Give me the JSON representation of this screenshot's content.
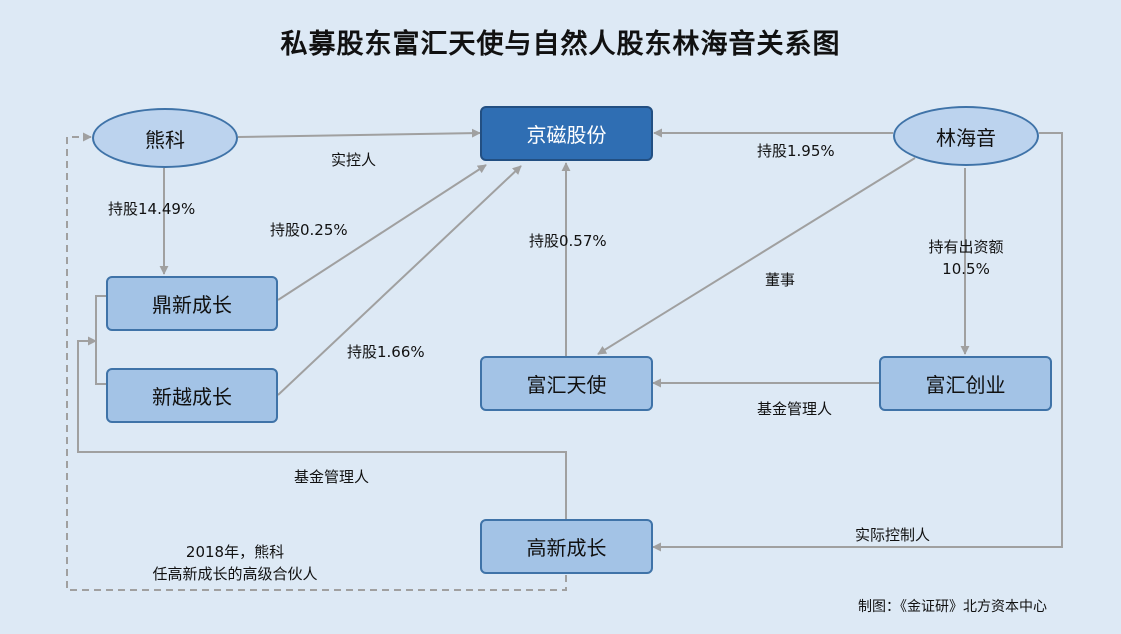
{
  "title": "私募股东富汇天使与自然人股东林海音关系图",
  "nodes": {
    "xiongke": "熊科",
    "jingci": "京磁股份",
    "linhaiyin": "林海音",
    "dingxin": "鼎新成长",
    "xinyue": "新越成长",
    "fuhui_tianshi": "富汇天使",
    "fuhui_chuangye": "富汇创业",
    "gaoxin": "高新成长"
  },
  "edges": {
    "xiongke_jingci": "实控人",
    "xiongke_dingxin": "持股14.49%",
    "dingxin_jingci": "持股0.25%",
    "xinyue_jingci": "持股1.66%",
    "fuhui_tianshi_jingci": "持股0.57%",
    "linhaiyin_jingci": "持股1.95%",
    "linhaiyin_fuhui_tianshi": "董事",
    "linhaiyin_fuhui_chuangye_1": "持有出资额",
    "linhaiyin_fuhui_chuangye_2": "10.5%",
    "fuhui_chuangye_tianshi": "基金管理人",
    "gaoxin_manager": "基金管理人",
    "linhaiyin_gaoxin": "实际控制人",
    "dashed_1": "2018年，熊科",
    "dashed_2": "任高新成长的高级合伙人"
  },
  "credit": "制图：《金证研》北方资本中心",
  "colors": {
    "background": "#dde9f5",
    "node_fill": "#a3c3e6",
    "node_border": "#3f73a8",
    "main_fill": "#2f6eb3",
    "connector": "#a0a0a0"
  }
}
